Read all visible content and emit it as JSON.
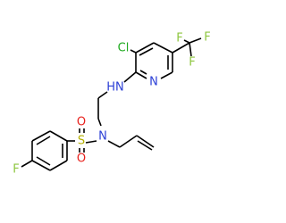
{
  "molecule": {
    "atoms": [
      {
        "id": "F",
        "text": "F",
        "color": "#8ec63f"
      },
      {
        "id": "F",
        "text": "F",
        "color": "#8ec63f"
      },
      {
        "id": "F",
        "text": "F",
        "color": "#8ec63f"
      },
      {
        "id": "Cl",
        "text": "Cl",
        "color": "#1eaa1e"
      },
      {
        "id": "HN",
        "text": "HN",
        "color": "#2b3fd6"
      },
      {
        "id": "N_pyr",
        "text": "N",
        "color": "#2b3fd6"
      },
      {
        "id": "S",
        "text": "S",
        "color": "#b5b000"
      },
      {
        "id": "O1",
        "text": "O",
        "color": "#e8201c"
      },
      {
        "id": "O2",
        "text": "O",
        "color": "#e8201c"
      },
      {
        "id": "N_sulf",
        "text": "N",
        "color": "#2b3fd6"
      },
      {
        "id": "F_aryl",
        "text": "F",
        "color": "#8ec63f"
      }
    ],
    "bond_color": "#000000"
  }
}
